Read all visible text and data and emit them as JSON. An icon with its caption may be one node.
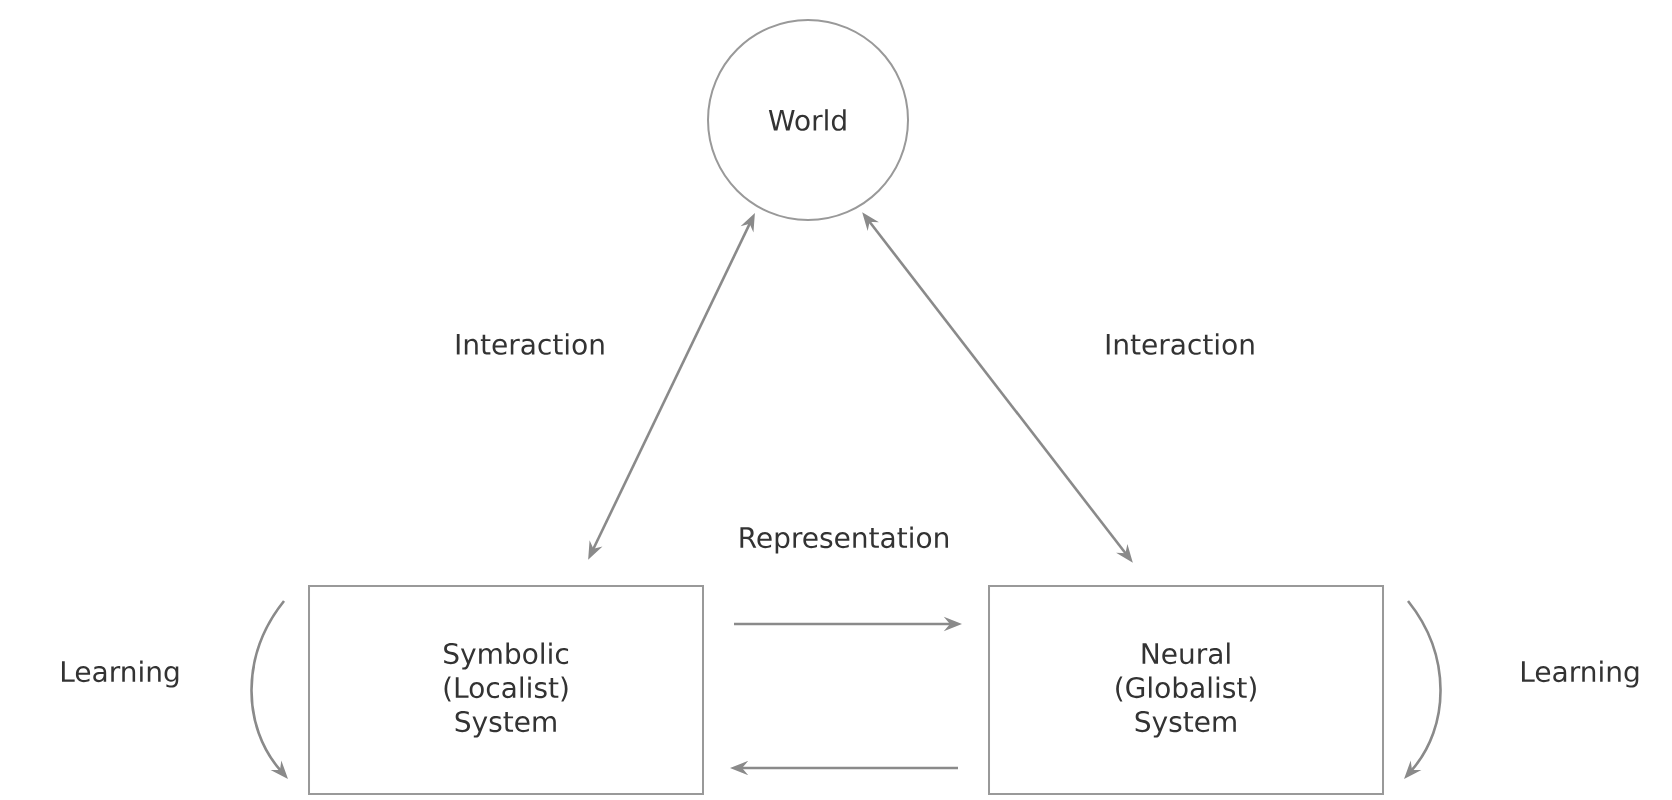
{
  "diagram": {
    "nodes": [
      {
        "text": [
          "World"
        ]
      },
      {
        "text": [
          "Symbolic (Localist) System"
        ]
      },
      {
        "text": [
          "Neural (Globalist) System"
        ]
      }
    ],
    "edges": [
      {
        "from": 0,
        "to": 1,
        "arrow": "both",
        "label": "Interaction"
      },
      {
        "from": 0,
        "to": 2,
        "arrow": "both",
        "label": "Interaction"
      },
      {
        "from": 1,
        "to": 2,
        "arrow": "to",
        "label": "Representation"
      },
      {
        "from": 2,
        "to": 1,
        "arrow": "to"
      },
      {
        "from": 1,
        "to": 1,
        "arrow": "to",
        "label": "Learning"
      },
      {
        "from": 2,
        "to": 2,
        "arrow": "to",
        "label": "Learning"
      }
    ]
  }
}
